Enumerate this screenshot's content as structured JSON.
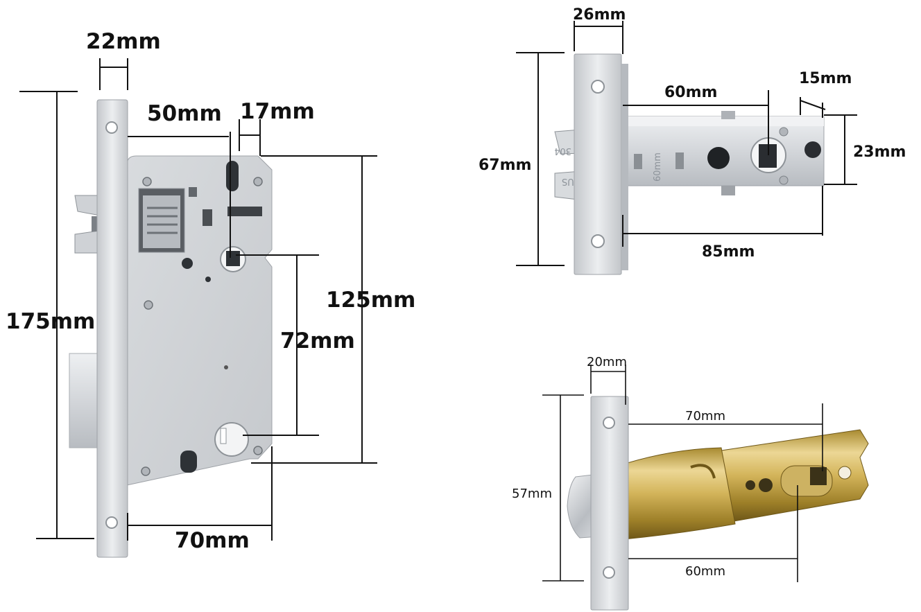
{
  "mortise_lock": {
    "faceplate_width": "22mm",
    "backset": "50mm",
    "case_offset": "17mm",
    "total_height": "175mm",
    "case_height": "125mm",
    "handle_to_keyhole": "72mm",
    "case_depth": "70mm"
  },
  "latch_stainless": {
    "faceplate_width": "26mm",
    "backset": "60mm",
    "tail_width": "15mm",
    "faceplate_height": "67mm",
    "body_height": "23mm",
    "total_length": "85mm",
    "stamp_material": "304",
    "stamp_brand": "SUS",
    "stamp_size": "60mm"
  },
  "latch_brass": {
    "faceplate_width": "20mm",
    "backset_long": "70mm",
    "faceplate_height": "57mm",
    "backset_short": "60mm"
  },
  "colors": {
    "steel_light": "#e2e4e6",
    "steel_mid": "#c9ccd0",
    "steel_dark": "#8e9398",
    "brass_light": "#e7d08c",
    "brass_mid": "#c9a94a",
    "brass_dark": "#8a6f22",
    "dimension_line": "#111111"
  }
}
